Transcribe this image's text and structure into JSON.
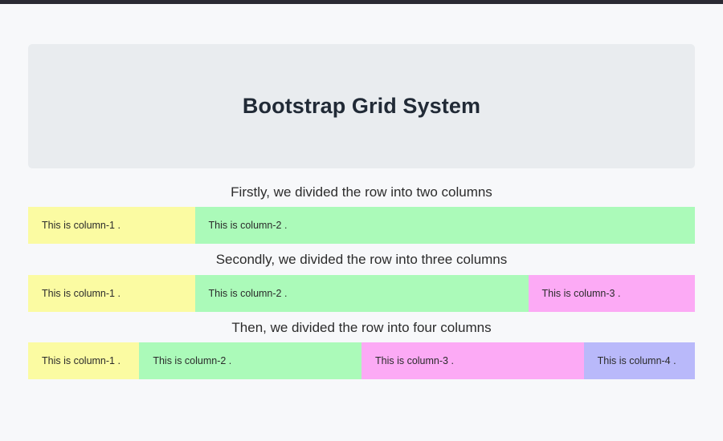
{
  "browser": {
    "chrome_bar_color": "#2b2a33"
  },
  "page": {
    "background_color": "#f7f8fa"
  },
  "jumbotron": {
    "title": "Bootstrap Grid System",
    "background_color": "#e9ecef",
    "title_color": "#212a36"
  },
  "sections": [
    {
      "heading": "Firstly, we divided the row into two columns",
      "columns": [
        {
          "label": "This is column-1 .",
          "color": "#fbfba2",
          "span": 3
        },
        {
          "label": "This is column-2 .",
          "color": "#abfab9",
          "span": 9
        }
      ]
    },
    {
      "heading": "Secondly, we divided the row into three columns",
      "columns": [
        {
          "label": "This is column-1 .",
          "color": "#fbfba2",
          "span": 3
        },
        {
          "label": "This is column-2 .",
          "color": "#abfab9",
          "span": 6
        },
        {
          "label": "This is column-3 .",
          "color": "#fcaaf5",
          "span": 3
        }
      ]
    },
    {
      "heading": "Then, we divided the row into four columns",
      "columns": [
        {
          "label": "This is column-1 .",
          "color": "#fbfba2",
          "span": 2
        },
        {
          "label": "This is column-2 .",
          "color": "#abfab9",
          "span": 4
        },
        {
          "label": "This is column-3 .",
          "color": "#fcaaf5",
          "span": 4
        },
        {
          "label": "This is column-4 .",
          "color": "#b9b9fa",
          "span": 2
        }
      ]
    }
  ]
}
